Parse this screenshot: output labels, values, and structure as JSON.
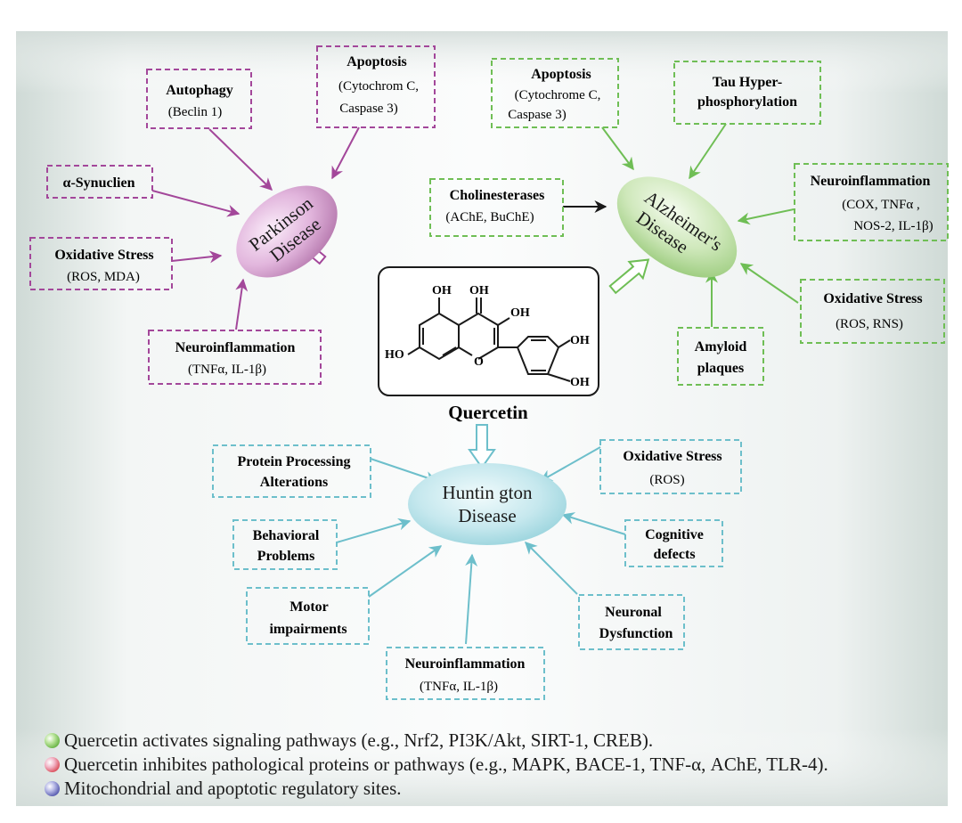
{
  "colors": {
    "parkinson": "#a3479a",
    "alzheimer": "#6fbe55",
    "huntington": "#6dbfcb",
    "black": "#1a1a1a"
  },
  "center": {
    "compound_name": "Quercetin",
    "labels": {
      "oh_top_left": "OH",
      "oh_top_mid": "OH",
      "oh_right": "OH",
      "oh_ring_top": "OH",
      "oh_ring_bottom": "OH",
      "ho_left": "HO",
      "ring_o": "O"
    }
  },
  "parkinson": {
    "disease_line1": "Parkinson",
    "disease_line2": "Disease",
    "boxes": [
      {
        "title": "Autophagy",
        "sub": [
          "(Beclin 1)"
        ]
      },
      {
        "title": "Apoptosis",
        "sub": [
          "(Cytochrom C,",
          "Caspase 3)"
        ]
      },
      {
        "title": "α-Synuclien",
        "sub": []
      },
      {
        "title": "Oxidative Stress",
        "sub": [
          "(ROS, MDA)"
        ]
      },
      {
        "title": "Neuroinflammation",
        "sub": [
          "(TNFα, IL-1β)"
        ]
      }
    ]
  },
  "alzheimer": {
    "disease_line1": "Alzheimer's",
    "disease_line2": "Disease",
    "boxes": [
      {
        "title": "Apoptosis",
        "sub": [
          "(Cytochrome C,",
          "Caspase 3)"
        ]
      },
      {
        "title": "Tau Hyper-",
        "title2": "phosphorylation",
        "sub": []
      },
      {
        "title": "Cholinesterases",
        "sub": [
          "(AChE, BuChE)"
        ]
      },
      {
        "title": "Neuroinflammation",
        "sub": [
          "(COX, TNFα ,",
          "NOS-2, IL-1β)"
        ]
      },
      {
        "title": "Oxidative Stress",
        "sub": [
          "(ROS, RNS)"
        ]
      },
      {
        "title": "Amyloid",
        "title2": "plaques",
        "sub": []
      }
    ]
  },
  "huntington": {
    "disease_line1": "Huntin gton",
    "disease_line2": "Disease",
    "boxes": [
      {
        "title": "Protein Processing",
        "title2": "Alterations",
        "sub": []
      },
      {
        "title": "Oxidative Stress",
        "sub": [
          "(ROS)"
        ]
      },
      {
        "title": "Behavioral",
        "title2": "Problems",
        "sub": []
      },
      {
        "title": "Cognitive",
        "title2": "defects",
        "sub": []
      },
      {
        "title": "Motor",
        "title2": "impairments",
        "sub": []
      },
      {
        "title": "Neuronal",
        "title2": "Dysfunction",
        "sub": []
      },
      {
        "title": "Neuroinflammation",
        "sub": [
          "(TNFα, IL-1β)"
        ]
      }
    ]
  },
  "legend": [
    {
      "color": "green",
      "text": "Quercetin activates signaling pathways (e.g., Nrf2, PI3K/Akt, SIRT-1, CREB)."
    },
    {
      "color": "red",
      "text": "Quercetin inhibites pathological proteins or pathways (e.g., MAPK, BACE-1, TNF-α, AChE, TLR-4)."
    },
    {
      "color": "blue",
      "text": "Mitochondrial and apoptotic regulatory sites."
    }
  ]
}
